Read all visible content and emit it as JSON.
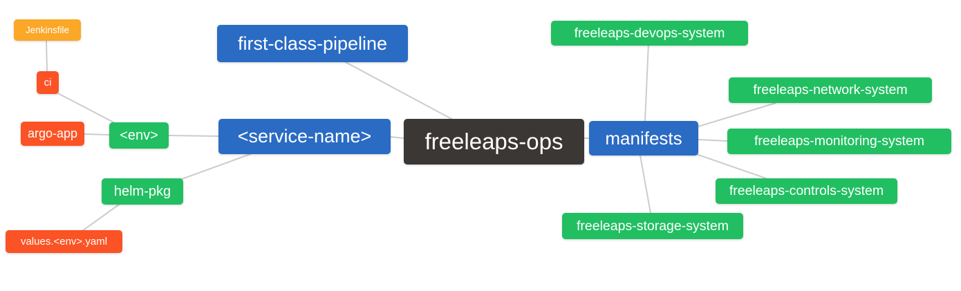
{
  "diagram": {
    "type": "mindmap",
    "root_label": "freeleaps-ops",
    "colors": {
      "blue": "#2A6BC4",
      "green": "#21BF61",
      "red_orange": "#FB5325",
      "orange": "#FBA727",
      "dark": "#3B3735",
      "edge_line": "#CCCCCC",
      "node_text": "#FFFFFF",
      "background": "#FFFFFF"
    },
    "nodes": [
      {
        "id": "jenkinsfile",
        "label": "Jenkinsfile",
        "color": "orange"
      },
      {
        "id": "ci",
        "label": "ci",
        "color": "red_orange"
      },
      {
        "id": "argo-app",
        "label": "argo-app",
        "color": "red_orange"
      },
      {
        "id": "env",
        "label": "<env>",
        "color": "green"
      },
      {
        "id": "helm-pkg",
        "label": "helm-pkg",
        "color": "green"
      },
      {
        "id": "values-env-yaml",
        "label": "values.<env>.yaml",
        "color": "red_orange"
      },
      {
        "id": "first-class-pipeline",
        "label": "first-class-pipeline",
        "color": "blue"
      },
      {
        "id": "service-name",
        "label": "<service-name>",
        "color": "blue"
      },
      {
        "id": "freeleaps-ops",
        "label": "freeleaps-ops",
        "color": "dark"
      },
      {
        "id": "manifests",
        "label": "manifests",
        "color": "blue"
      },
      {
        "id": "freeleaps-devops-system",
        "label": "freeleaps-devops-system",
        "color": "green"
      },
      {
        "id": "freeleaps-network-system",
        "label": "freeleaps-network-system",
        "color": "green"
      },
      {
        "id": "freeleaps-monitoring-system",
        "label": "freeleaps-monitoring-system",
        "color": "green"
      },
      {
        "id": "freeleaps-controls-system",
        "label": "freeleaps-controls-system",
        "color": "green"
      },
      {
        "id": "freeleaps-storage-system",
        "label": "freeleaps-storage-system",
        "color": "green"
      }
    ],
    "edges": [
      [
        "jenkinsfile",
        "ci"
      ],
      [
        "ci",
        "env"
      ],
      [
        "argo-app",
        "env"
      ],
      [
        "env",
        "service-name"
      ],
      [
        "helm-pkg",
        "service-name"
      ],
      [
        "values-env-yaml",
        "helm-pkg"
      ],
      [
        "first-class-pipeline",
        "freeleaps-ops"
      ],
      [
        "service-name",
        "freeleaps-ops"
      ],
      [
        "freeleaps-ops",
        "manifests"
      ],
      [
        "manifests",
        "freeleaps-devops-system"
      ],
      [
        "manifests",
        "freeleaps-network-system"
      ],
      [
        "manifests",
        "freeleaps-monitoring-system"
      ],
      [
        "manifests",
        "freeleaps-controls-system"
      ],
      [
        "manifests",
        "freeleaps-storage-system"
      ]
    ]
  }
}
